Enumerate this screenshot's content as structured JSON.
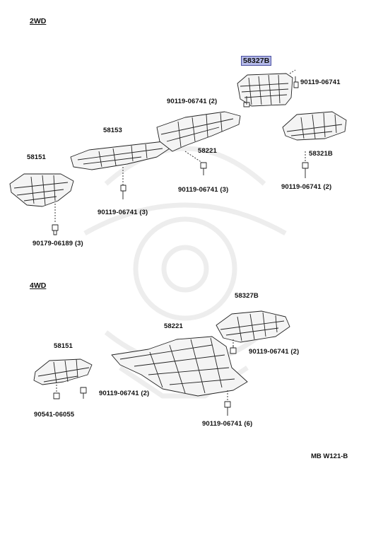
{
  "sections": {
    "two_wd": "2WD",
    "four_wd": "4WD"
  },
  "two_wd_labels": {
    "p58327b": "58327B",
    "p58327b_bolt": "90119-06741",
    "p58327b_bolt_left": "90119-06741 (2)",
    "p58153": "58153",
    "p58151": "58151",
    "p58221": "58221",
    "p58221_bolt": "90119-06741 (3)",
    "p58153_bolt": "90119-06741 (3)",
    "p58151_nut": "90179-06189 (3)",
    "p58321b": "58321B",
    "p58321b_bolt": "90119-06741 (2)"
  },
  "four_wd_labels": {
    "p58327b": "58327B",
    "p58327b_bolt": "90119-06741 (2)",
    "p58221": "58221",
    "p58151": "58151",
    "p58151_bolt": "90119-06741 (2)",
    "p58151_clip": "90541-06055",
    "p58221_bolt": "90119-06741 (6)"
  },
  "highlight_color": "#b4b9e8",
  "diagram_ref": "MB W121-B"
}
